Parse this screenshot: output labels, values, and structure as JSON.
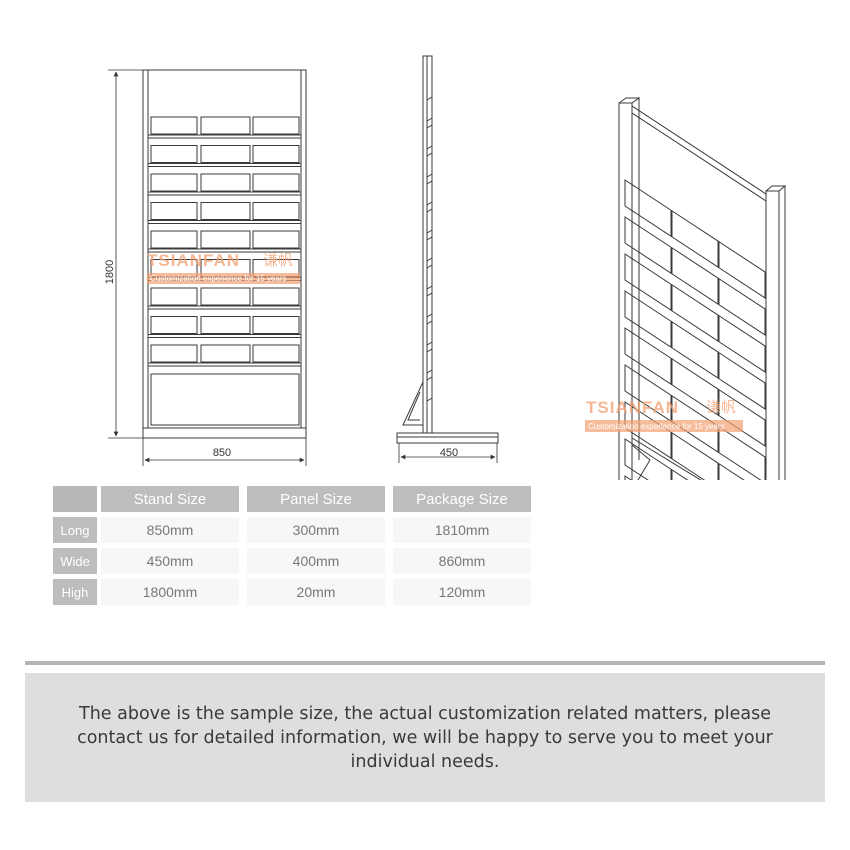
{
  "front_view": {
    "height_label": "1800",
    "width_label": "850",
    "watermark_brand": "TSIANFAN",
    "watermark_cjk": "谦帆",
    "watermark_tag": "Customization experience for 15 years"
  },
  "side_view": {
    "depth_label": "450"
  },
  "perspective_view": {
    "watermark_brand": "TSIANFAN",
    "watermark_cjk": "谦帆",
    "watermark_tag": "Customization experience for 15 years"
  },
  "size_table": {
    "columns": [
      "Stand Size",
      "Panel Size",
      "Package Size"
    ],
    "rows": [
      {
        "label": "Long",
        "values": [
          "850mm",
          "300mm",
          "1810mm"
        ]
      },
      {
        "label": "Wide",
        "values": [
          "450mm",
          "400mm",
          "860mm"
        ]
      },
      {
        "label": "High",
        "values": [
          "1800mm",
          "20mm",
          "120mm"
        ]
      }
    ]
  },
  "note": {
    "text": "The above is the sample size, the actual customization related matters, please contact us for detailed information, we will be happy to serve you to meet your individual needs."
  },
  "colors": {
    "line": "#3a3a3a",
    "watermark": "#f2a070",
    "header_bg": "#bdbdbd",
    "note_bg": "#dedede"
  }
}
